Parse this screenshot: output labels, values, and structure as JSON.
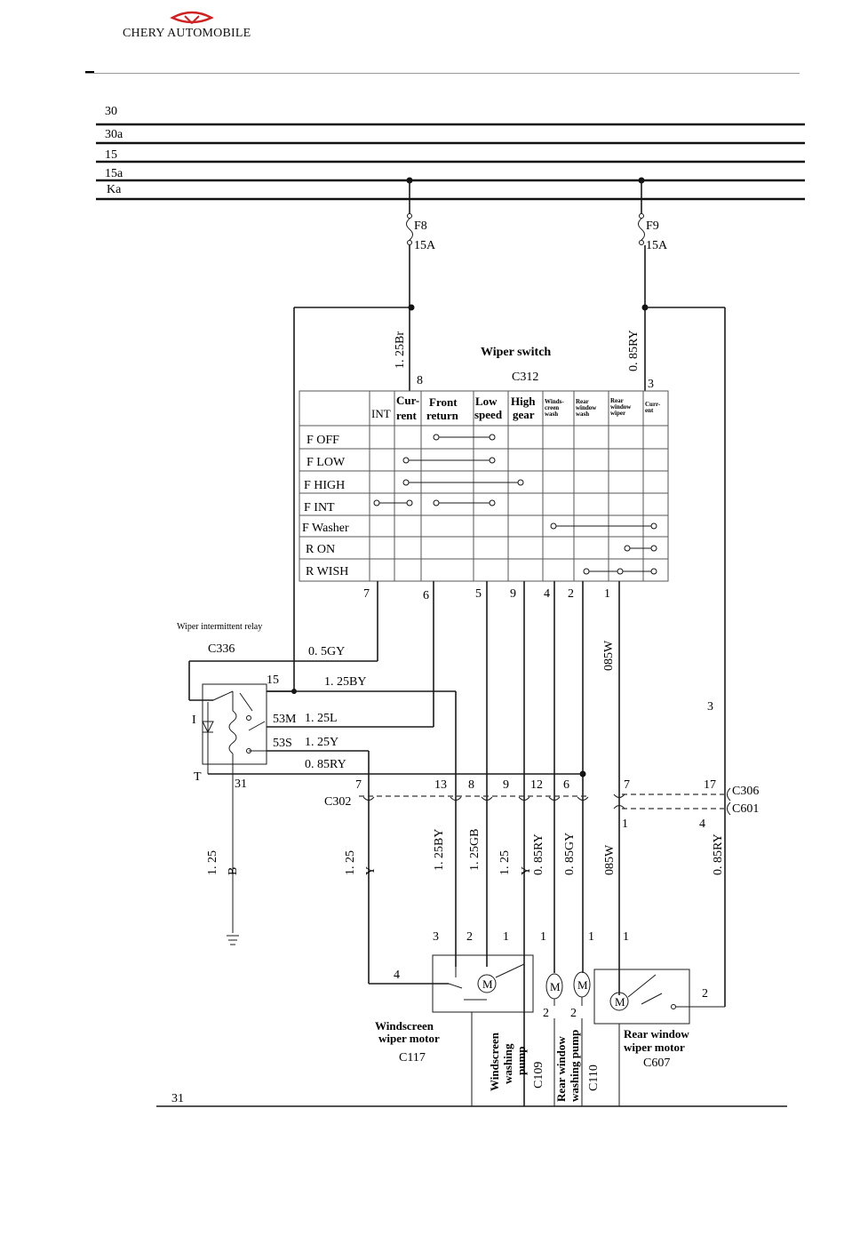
{
  "header": {
    "brand": "CHERY AUTOMOBILE",
    "logo": "chery-logo-icon",
    "logo_color": "#d02020"
  },
  "buses": {
    "b30": "30",
    "b30a": "30a",
    "b15": "15",
    "b15a": "15a",
    "bka": "Ka",
    "ground": "31"
  },
  "fuses": {
    "f8_name": "F8",
    "f8_rating": "15A",
    "f9_name": "F9",
    "f9_rating": "15A"
  },
  "wires_top": {
    "w1": "1. 25Br",
    "w2": "0. 85RY",
    "pin8": "8",
    "pin3": "3"
  },
  "wiper_switch": {
    "title": "Wiper switch",
    "connector": "C312",
    "col_int": "INT",
    "col_current_1": "Cur-",
    "col_current_2": "rent",
    "col_front_1": "Front",
    "col_front_2": "return",
    "col_low_1": "Low",
    "col_low_2": "speed",
    "col_high_1": "High",
    "col_high_2": "gear",
    "col_ws_1": "Winds-",
    "col_ws_2": "creen",
    "col_ws_3": "wash",
    "col_rww_1": "Rear",
    "col_rww_2": "window",
    "col_rww_3": "wash",
    "col_rwwp_1": "Rear",
    "col_rwwp_2": "window",
    "col_rwwp_3": "wiper",
    "col_circ_1": "Curr-",
    "col_circ_2": "ent",
    "row1": "F  OFF",
    "row2": "F  LOW",
    "row3": "F  HIGH",
    "row4": "F  INT",
    "row5": "F Washer",
    "row6": "R  ON",
    "row7": "R  WISH",
    "pin_7": "7",
    "pin_6": "6",
    "pin_5": "5",
    "pin_9": "9",
    "pin_4": "4",
    "pin_2": "2",
    "pin_1": "1"
  },
  "relay": {
    "title": "Wiper intermittent relay",
    "connector": "C336",
    "pin15": "15",
    "pin53m": "53M",
    "pin53s": "53S",
    "pin31": "31",
    "label_i": "I",
    "label_t": "T"
  },
  "wires_mid": {
    "gy": "0. 5GY",
    "by": "1. 25BY",
    "l": "1. 25L",
    "y": "1. 25Y",
    "ry": "0. 85RY",
    "w085": "085W",
    "n3": "3"
  },
  "connectors": {
    "c302": "C302",
    "c306": "C306",
    "c601": "C601",
    "p7": "7",
    "p13": "13",
    "p8": "8",
    "p9": "9",
    "p12": "12",
    "p6": "6",
    "p7b": "7",
    "p17": "17",
    "p1": "1",
    "p4": "4"
  },
  "wires_low": {
    "a": "1. 25",
    "a_color": "B",
    "b": "1. 25",
    "b_color": "Y",
    "c": "1. 25BY",
    "d": "1. 25GB",
    "e": "1. 25",
    "e_color": "Y",
    "f": "0. 85RY",
    "g": "0. 85GY",
    "h": "085W",
    "i": "0. 85RY"
  },
  "loads": {
    "motor_letter": "M",
    "wsm_pins": [
      "3",
      "2",
      "1"
    ],
    "wsm_pin4": "4",
    "wsp_pin1": "1",
    "wsp_pin2": "2",
    "rwp_pin1": "1",
    "rwp_pin2": "2",
    "rwm_pin1": "1",
    "rwm_pin2": "2",
    "wsm_title_1": "Windscreen",
    "wsm_title_2": "wiper motor",
    "wsm_conn": "C117",
    "wsp_title_1": "Windscreen",
    "wsp_title_2": "washing",
    "wsp_title_3": "pump",
    "wsp_conn": "C109",
    "rwp_title_1": "Rear window",
    "rwp_title_2": "washing pump",
    "rwp_conn": "C110",
    "rwm_title_1": "Rear window",
    "rwm_title_2": "wiper motor",
    "rwm_conn": "C607"
  }
}
